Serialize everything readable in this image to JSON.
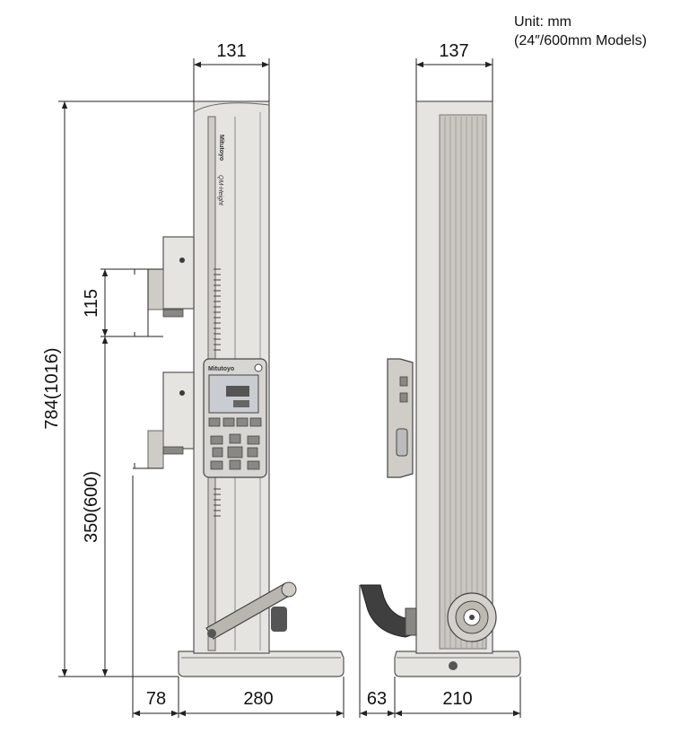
{
  "note": {
    "line1": "Unit: mm",
    "line2": "(24″/600mm Models)"
  },
  "dimensions": {
    "front_width": "131",
    "side_width": "137",
    "total_height": "784(1016)",
    "lower_height": "350(600)",
    "slider_travel": "115",
    "front_offset": "78",
    "front_base": "280",
    "side_offset": "63",
    "side_base": "210"
  },
  "brand": {
    "logo": "Mitutoyo",
    "product": "QM-Height"
  }
}
